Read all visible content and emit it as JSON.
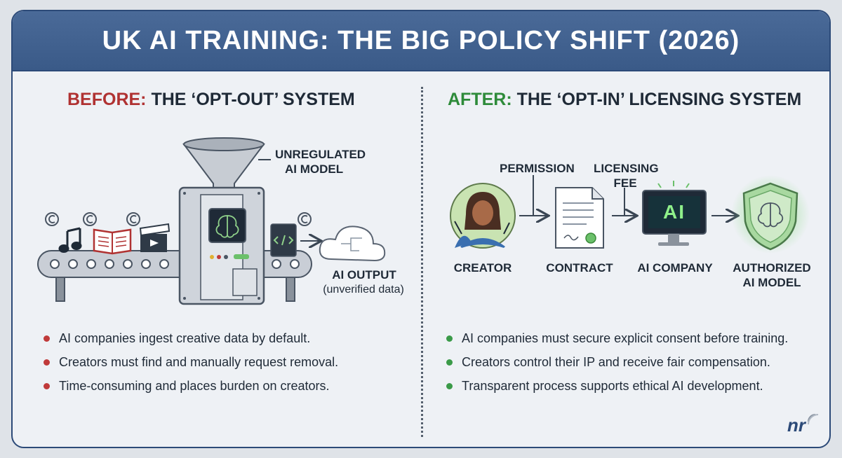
{
  "title": "UK AI TRAINING: THE BIG POLICY SHIFT (2026)",
  "before": {
    "heading_prefix": "BEFORE:",
    "heading_rest": " THE ‘OPT-OUT’ SYSTEM",
    "model_label_line1": "UNREGULATED",
    "model_label_line2": "AI MODEL",
    "output_label": "AI OUTPUT",
    "output_sublabel": "(unverified data)",
    "bullets": [
      "AI companies ingest creative data by default.",
      "Creators must find and manually request removal.",
      "Time-consuming and places burden on creators."
    ]
  },
  "after": {
    "heading_prefix": "AFTER:",
    "heading_rest": " THE ‘OPT-IN’ LICENSING SYSTEM",
    "permission_label": "PERMISSION",
    "fee_label_line1": "LICENSING",
    "fee_label_line2": "FEE",
    "ai_screen_text": "AI",
    "flow": [
      "CREATOR",
      "CONTRACT",
      "AI COMPANY",
      "AUTHORIZED",
      "AI MODEL"
    ],
    "bullets": [
      "AI companies must secure explicit consent before training.",
      "Creators control their IP and receive fair compensation.",
      "Transparent process supports ethical AI development."
    ]
  },
  "logo_text": "nr",
  "colors": {
    "banner": "#3a5a88",
    "before_accent": "#b03232",
    "after_accent": "#2e8b3a",
    "bullet_red": "#c03a3a",
    "bullet_green": "#3a9a48"
  }
}
